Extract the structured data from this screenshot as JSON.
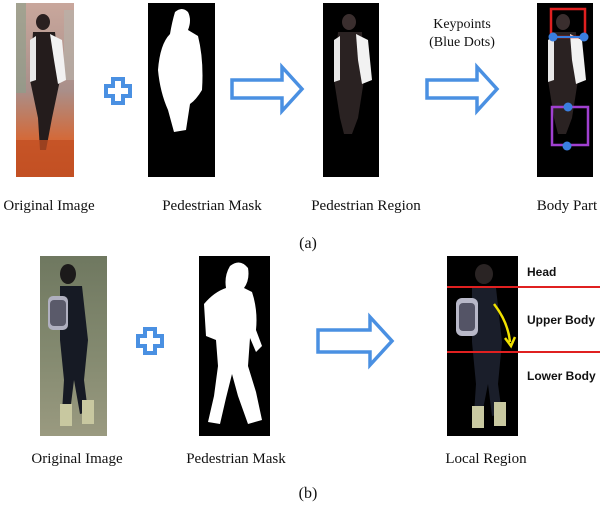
{
  "panel_a": {
    "captions": {
      "original": "Original Image",
      "mask": "Pedestrian Mask",
      "region": "Pedestrian Region",
      "part": "Body Part"
    },
    "keypoints_line1": "Keypoints",
    "keypoints_line2": "(Blue Dots)",
    "tag": "(a)"
  },
  "panel_b": {
    "captions": {
      "original": "Original Image",
      "mask": "Pedestrian Mask",
      "region": "Local Region"
    },
    "labels": {
      "head": "Head",
      "upper": "Upper Body",
      "lower": "Lower Body"
    },
    "tag": "(b)"
  },
  "colors": {
    "arrow_stroke": "#4a90e2",
    "plus": "#4a90e2",
    "box_head": "#e02020",
    "box_leg": "#a040d0",
    "keypoint": "#3a7fe0",
    "divider": "#e02020",
    "curve": "#f0e000"
  }
}
